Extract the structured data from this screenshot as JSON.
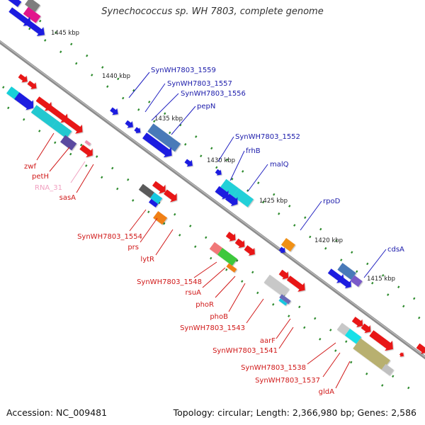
{
  "title": "Synechococcus sp. WH 7803, complete genome",
  "footer": {
    "accession": "Accession: NC_009481",
    "summary": "Topology: circular; Length: 2,366,980 bp; Genes: 2,586"
  },
  "colors": {
    "backbone": "#7a7a7a",
    "tick": "#2e8b2e",
    "top_label": "#1a1aaa",
    "bottom_label": "#d01818",
    "rna_label": "#f0a0c0"
  },
  "kbp_marks": [
    "1445 kbp",
    "1440 kbp",
    "1435 kbp",
    "1430 kbp",
    "1425 kbp",
    "1420 kbp",
    "1415 kbp"
  ],
  "labels_top": [
    "SynWH7803_1559",
    "SynWH7803_1557",
    "SynWH7803_1556",
    "pepN",
    "SynWH7803_1552",
    "frhB",
    "malQ",
    "rpoD",
    "cdsA"
  ],
  "labels_bottom": [
    "zwf",
    "petH",
    "RNA_31",
    "sasA",
    "SynWH7803_1554",
    "prs",
    "lytR",
    "SynWH7803_1548",
    "rsuA",
    "phoR",
    "phoB",
    "SynWH7803_1543",
    "aarF",
    "SynWH7803_1541",
    "SynWH7803_1538",
    "SynWH7803_1537",
    "gldA"
  ]
}
